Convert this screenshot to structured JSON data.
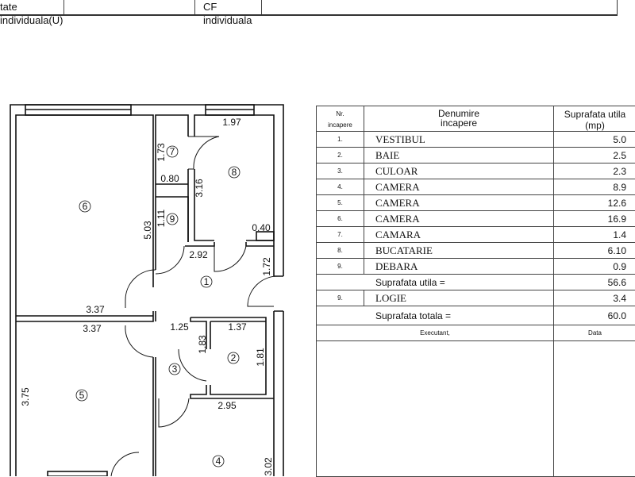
{
  "top_table": {
    "cell1": "tate individuala(U)",
    "cell3": "CF individuala"
  },
  "plan": {
    "rooms": {
      "r1": "1",
      "r2": "2",
      "r3": "3",
      "r4": "4",
      "r5": "5",
      "r6": "6",
      "r7": "7",
      "r8": "8",
      "r9": "9"
    },
    "dims": {
      "d197": "1.97",
      "d173": "1.73",
      "d080": "0.80",
      "d316": "3.16",
      "d111": "1.11",
      "d503": "5.03",
      "d040": "0.40",
      "d292": "2.92",
      "d172": "1.72",
      "d337a": "3.37",
      "d337b": "3.37",
      "d125": "1.25",
      "d137": "1.37",
      "d183": "1.83",
      "d181": "1.81",
      "d375": "3.75",
      "d295": "2.95",
      "d302": "3.02"
    }
  },
  "table": {
    "header": {
      "nr_line1": "Nr.",
      "nr_line2": "incapere",
      "name_line1": "Denumire",
      "name_line2": "incapere",
      "area_line1": "Suprafata utila",
      "area_line2": "(mp)"
    },
    "rows": [
      {
        "nr": "1.",
        "name": "VESTIBUL",
        "area": "5.0"
      },
      {
        "nr": "2.",
        "name": "BAIE",
        "area": "2.5"
      },
      {
        "nr": "3.",
        "name": "CULOAR",
        "area": "2.3"
      },
      {
        "nr": "4.",
        "name": "CAMERA",
        "area": "8.9"
      },
      {
        "nr": "5.",
        "name": "CAMERA",
        "area": "12.6"
      },
      {
        "nr": "6.",
        "name": "CAMERA",
        "area": "16.9"
      },
      {
        "nr": "7.",
        "name": "CAMARA",
        "area": "1.4"
      },
      {
        "nr": "8.",
        "name": "BUCATARIE",
        "area": "6.10"
      },
      {
        "nr": "9.",
        "name": "DEBARA",
        "area": "0.9"
      }
    ],
    "useful_label": "Suprafata utila =",
    "useful_value": "56.6",
    "logia": {
      "nr": "9.",
      "name": "LOGIE",
      "area": "3.4"
    },
    "total_label": "Suprafata totala =",
    "total_value": "60.0",
    "executant_label": "Executant,",
    "date_label": "Data"
  }
}
